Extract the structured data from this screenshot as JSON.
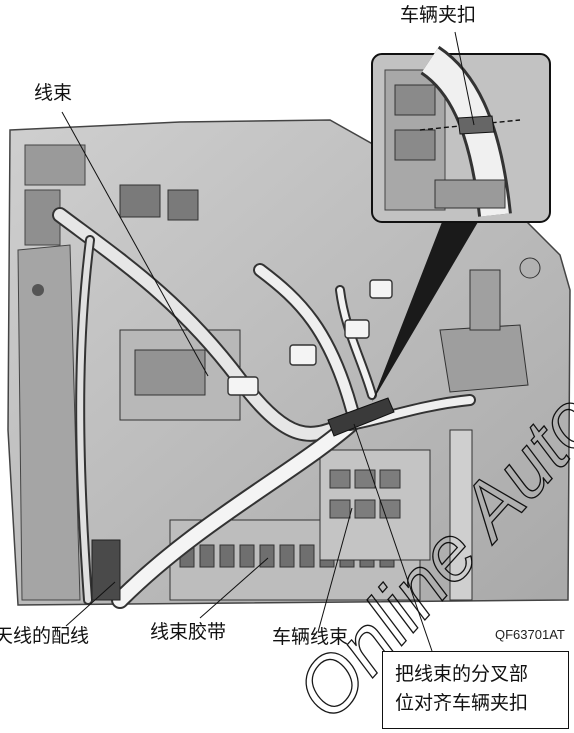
{
  "labels": {
    "vehicle_clip": "车辆夹扣",
    "harness": "线束",
    "antenna_wire": "天线的配线",
    "harness_tape": "线束胶带",
    "vehicle_harness": "车辆线束",
    "callout_line1": "把线束的分叉部",
    "callout_line2": "位对齐车辆夹扣"
  },
  "figure_code": "QF63701AT"
}
